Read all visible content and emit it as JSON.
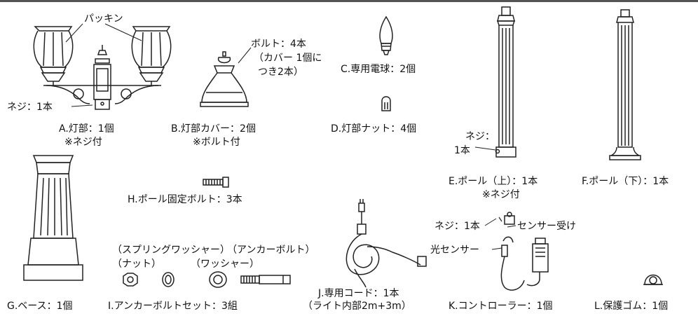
{
  "parts": {
    "a": {
      "label": "A.灯部：1個",
      "note": "※ネジ付",
      "packing": "パッキン",
      "screw": "ネジ：1本"
    },
    "b": {
      "label": "B.灯部カバー：2個",
      "note": "※ボルト付",
      "bolt_line1": "ボルト：4本",
      "bolt_line2": "（カバー 1個に",
      "bolt_line3": "つき2本）"
    },
    "c": {
      "label": "C.専用電球：2個"
    },
    "d": {
      "label": "D.灯部ナット：4個"
    },
    "e": {
      "label": "E.ポール（上）：1本",
      "note": "※ネジ付",
      "screw_line1": "ネジ：",
      "screw_line2": "1本"
    },
    "f": {
      "label": "F.ポール（下）：1本"
    },
    "g": {
      "label": "G.ベース：1個"
    },
    "h": {
      "label": "H.ポール固定ボルト：3本"
    },
    "i": {
      "label": "I.アンカーボルトセット：3組",
      "spring_washer": "（スプリングワッシャー）",
      "anchor_bolt": "（アンカーボルト）",
      "nut": "（ナット）",
      "washer": "（ワッシャー）"
    },
    "j": {
      "label": "J.専用コード：1本",
      "note": "（ライト内部2m+3m）"
    },
    "k": {
      "label": "K.コントローラー：1個",
      "screw": "ネジ：1本",
      "sensor_receiver": "センサー受け",
      "light_sensor": "光センサー"
    },
    "l": {
      "label": "L.保護ゴム：1個"
    }
  },
  "colors": {
    "line": "#222222",
    "fill": "#ffffff",
    "dark": "#333333"
  }
}
